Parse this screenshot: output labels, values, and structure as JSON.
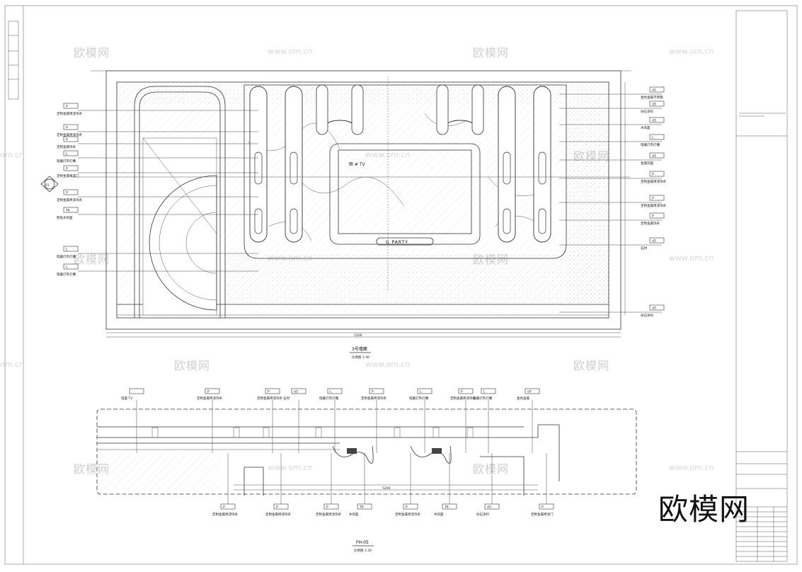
{
  "brand_logo_text": "欧模网",
  "watermarks": {
    "cn_logo": "欧模网",
    "site": "www.om.cn",
    "site_short": "om.cn"
  },
  "elevation": {
    "tv_label": "图 # TV",
    "party_sign": "G PARTY",
    "title": "3号墙面",
    "scale": "比例图 1:30",
    "section_callout": "01",
    "left_notes": [
      {
        "code": "P",
        "text": "定制金属烤漆饰条"
      },
      {
        "code": "P",
        "text": "定制金属烤漆饰条"
      },
      {
        "code": "P",
        "text": "定制金属饰条"
      },
      {
        "code": "L",
        "text": "暗藏灯带灯槽"
      },
      {
        "code": "P",
        "text": "定制金属烤漆门"
      },
      {
        "code": "P",
        "text": "定制金属烤漆饰条"
      },
      {
        "code": "T6",
        "text": "壁纸木饰面"
      },
      {
        "code": "L",
        "text": "暗藏灯带灯槽"
      },
      {
        "code": "L",
        "text": "暗藏灯带灯槽"
      }
    ],
    "right_notes": [
      {
        "code": "d1",
        "text": "金色金属不锈钢"
      },
      {
        "code": "d3",
        "text": "仿石涂料"
      },
      {
        "code": "d3",
        "text": "木饰面"
      },
      {
        "code": "L",
        "text": "暗藏灯带灯槽"
      },
      {
        "code": "d1",
        "text": "金属饰面"
      },
      {
        "code": "P",
        "text": "定制金属烤漆饰条"
      },
      {
        "code": "P",
        "text": "定制金属烤漆饰条"
      },
      {
        "code": "P",
        "text": "定制金属饰条"
      },
      {
        "code": "d3",
        "text": "石材"
      },
      {
        "code": "d3",
        "text": "仿石涂料"
      }
    ],
    "total_dim": "5200"
  },
  "plan": {
    "title": "FH-05",
    "scale": "比例图 1:30",
    "top_notes": [
      {
        "code": "",
        "text": "墙面 TV"
      },
      {
        "code": "P",
        "text": "定制金属烤漆饰条"
      },
      {
        "code": "P",
        "text": "定制金属烤漆饰条"
      },
      {
        "code": "d3",
        "text": "石材"
      },
      {
        "code": "L",
        "text": "暗藏灯带灯槽"
      },
      {
        "code": "P",
        "text": "定制金属烤漆饰条"
      },
      {
        "code": "L",
        "text": "暗藏灯带灯槽"
      },
      {
        "code": "P",
        "text": "定制金属烤漆饰条"
      },
      {
        "code": "L",
        "text": "暗藏灯带灯槽"
      },
      {
        "code": "d7",
        "text": "金色金属"
      }
    ],
    "bottom_notes": [
      {
        "code": "P",
        "text": "定制金属烤漆饰条"
      },
      {
        "code": "P",
        "text": "定制金属烤漆饰条"
      },
      {
        "code": "P",
        "text": "定制金属烤漆饰条"
      },
      {
        "code": "T6",
        "text": "木饰面"
      },
      {
        "code": "P",
        "text": "定制金属烤漆饰条"
      },
      {
        "code": "T6",
        "text": "木饰面"
      },
      {
        "code": "d3",
        "text": "仿石涂料"
      },
      {
        "code": "P",
        "text": "定制金属烤漆门"
      }
    ],
    "total_dim": "5200"
  }
}
